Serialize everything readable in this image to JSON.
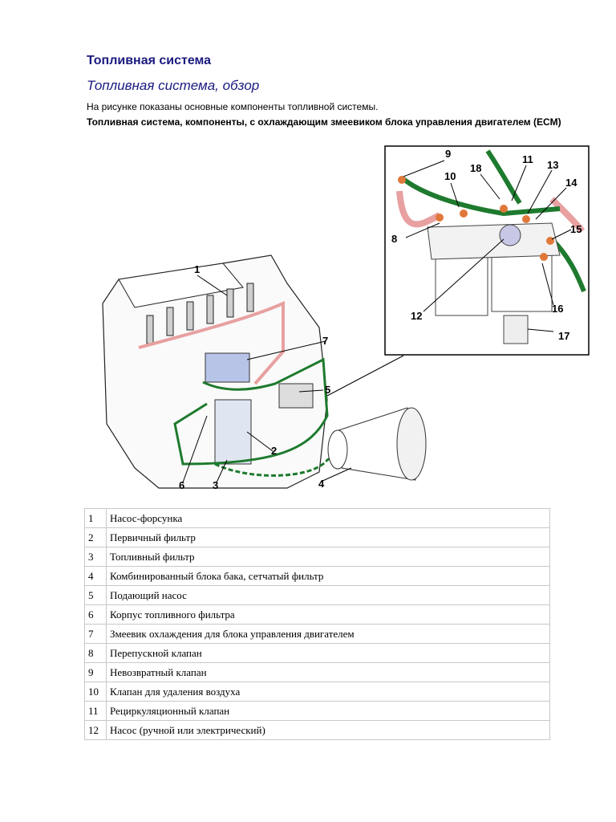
{
  "document": {
    "title": "Топливная система",
    "subtitle": "Топливная система, обзор",
    "intro": "На рисунке показаны основные компоненты топливной системы.",
    "figure_caption": "Топливная система, компоненты, с охлаждающим змеевиком блока управления двигателем (ECM)"
  },
  "figure": {
    "callouts": [
      "1",
      "2",
      "3",
      "4",
      "5",
      "6",
      "7",
      "8",
      "9",
      "10",
      "11",
      "12",
      "13",
      "14",
      "15",
      "16",
      "17",
      "18"
    ],
    "colors": {
      "fuel_pipe": "#1e7a2e",
      "return_pipe": "#e8a0a0",
      "fitting": "#e0783a",
      "outline": "#000000"
    }
  },
  "parts": [
    {
      "num": "1",
      "name": "Насос-форсунка"
    },
    {
      "num": "2",
      "name": "Первичный фильтр"
    },
    {
      "num": "3",
      "name": "Топливный фильтр"
    },
    {
      "num": "4",
      "name": "Комбинированный блока бака, сетчатый фильтр"
    },
    {
      "num": "5",
      "name": "Подающий насос"
    },
    {
      "num": "6",
      "name": "Корпус топливного фильтра"
    },
    {
      "num": "7",
      "name": "Змеевик охлаждения для блока управления двигателем"
    },
    {
      "num": "8",
      "name": "Перепускной клапан"
    },
    {
      "num": "9",
      "name": "Невозвратный клапан"
    },
    {
      "num": "10",
      "name": "Клапан для удаления воздуха"
    },
    {
      "num": "11",
      "name": "Рециркуляционный клапан"
    },
    {
      "num": "12",
      "name": "Насос (ручной или электрический)"
    }
  ]
}
